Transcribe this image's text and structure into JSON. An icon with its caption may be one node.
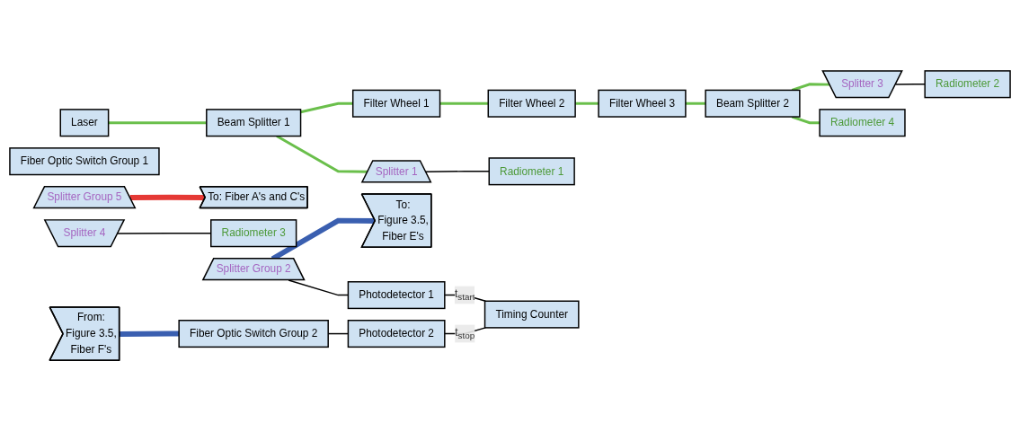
{
  "diagram": {
    "nodes": [
      {
        "text": [
          "Laser"
        ]
      },
      {
        "text": [
          "Beam Splitter 1"
        ]
      },
      {
        "text": [
          "Filter Wheel 1"
        ]
      },
      {
        "text": [
          "Filter Wheel 2"
        ]
      },
      {
        "text": [
          "Filter Wheel 3"
        ]
      },
      {
        "text": [
          "Beam Splitter 2"
        ]
      },
      {
        "text": [
          "Splitter 3"
        ]
      },
      {
        "text": [
          "Fiber Optic Switch Group 1"
        ]
      },
      {
        "text": [
          "Splitter Group 5"
        ]
      },
      {
        "text": [
          "Splitter 4"
        ]
      },
      {
        "text": [
          "To: Fiber A's and C's"
        ]
      },
      {
        "text": [
          "Radiometer 3"
        ]
      },
      {
        "text": [
          "Radiometer 2"
        ]
      },
      {
        "text": [
          "Radiometer 4"
        ]
      },
      {
        "text": [
          "Splitter 1"
        ]
      },
      {
        "text": [
          "Splitter Group 2"
        ]
      },
      {
        "text": [
          "Radiometer 1"
        ]
      },
      {
        "text": [
          "To:",
          "Figure 3.5,",
          "Fiber E's"
        ]
      },
      {
        "text": [
          "Photodetector 1"
        ]
      },
      {
        "text": [
          "From:",
          "Figure 3.5,",
          "Fiber F's"
        ]
      },
      {
        "text": [
          "Fiber Optic Switch Group 2"
        ]
      },
      {
        "text": [
          "Photodetector 2"
        ]
      },
      {
        "text": [
          "Timing Counter"
        ]
      }
    ],
    "edges": [
      {
        "from": 0,
        "to": 1,
        "arrow": "none"
      },
      {
        "from": 1,
        "to": 2,
        "arrow": "none"
      },
      {
        "from": 2,
        "to": 3,
        "arrow": "none"
      },
      {
        "from": 3,
        "to": 4,
        "arrow": "none"
      },
      {
        "from": 4,
        "to": 5,
        "arrow": "none"
      },
      {
        "from": 5,
        "to": 6,
        "arrow": "none"
      },
      {
        "from": 5,
        "to": 13,
        "arrow": "none"
      },
      {
        "from": 1,
        "to": 14,
        "arrow": "none"
      },
      {
        "from": 8,
        "to": 10,
        "arrow": "none",
        "style": "thick",
        "color": "#e53935"
      },
      {
        "from": 9,
        "to": 11,
        "arrow": "none",
        "color": "#000000"
      },
      {
        "from": 6,
        "to": 12,
        "arrow": "none",
        "color": "#000000"
      },
      {
        "from": 14,
        "to": 16,
        "arrow": "none",
        "color": "#000000"
      },
      {
        "from": 15,
        "to": 17,
        "arrow": "none",
        "style": "thick",
        "color": "#3a5fb0"
      },
      {
        "from": 15,
        "to": 18,
        "arrow": "none",
        "color": "#000000"
      },
      {
        "from": 19,
        "to": 20,
        "arrow": "none",
        "style": "thick",
        "color": "#3a5fb0"
      },
      {
        "from": 20,
        "to": 21,
        "arrow": "none",
        "color": "#000000"
      },
      {
        "from": 18,
        "to": 22,
        "label": "t$_{start}$",
        "arrow": "none",
        "color": "#000000"
      },
      {
        "from": 21,
        "to": 22,
        "label": "t$_{stop}$",
        "arrow": "none",
        "color": "#000000"
      }
    ]
  }
}
